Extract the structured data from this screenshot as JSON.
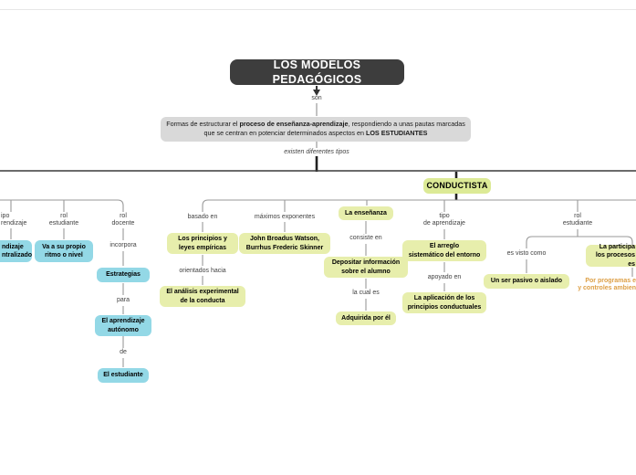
{
  "diagram": {
    "root_title": "LOS MODELOS PEDAGÓGICOS",
    "link_son": "son",
    "definition": {
      "t1": "Formas de estructurar el ",
      "b1": "proceso de enseñanza-aprendizaje",
      "t2": ", respondiendo a unas pautas marcadas que se centran en potenciar determinados aspectos en ",
      "b2": "LOS ESTUDIANTES"
    },
    "link_tipos": "existen diferentes tipos",
    "left_model": {
      "label_tipo_aprendizaje": "ipo\nrendizaje",
      "node_aprendizaje_clipped": "ndizaje\nntralizado",
      "label_rol_estudiante": "rol\nestudiante",
      "node_ritmo": "Va a su propio\nritmo o nivel",
      "label_rol_docente": "rol\ndocente",
      "link_incorpora": "incorpora",
      "node_estrategias": "Estrategias",
      "link_para": "para",
      "node_aprendizaje_autonomo": "El aprendizaje\nautónomo",
      "link_de": "de",
      "node_estudiante": "El estudiante"
    },
    "conductista": {
      "title": "CONDUCTISTA",
      "link_basado_en": "basado en",
      "node_principios": "Los principios y\nleyes empíricas",
      "link_orientados": "orientados hacia",
      "node_analisis": "El análisis experimental\nde la conducta",
      "link_maximos": "máximos exponentes",
      "node_exponentes": "John Broadus Watson,\nBurrhus Frederic Skinner",
      "node_ensenanza": "La enseñanza",
      "link_consiste": "consiste en",
      "node_depositar": "Depositar información\nsobre el alumno",
      "link_la_cual": "la cual es",
      "node_adquirida": "Adquirida por él",
      "label_tipo_aprendizaje": "tipo\nde aprendizaje",
      "node_arreglo": "El arreglo\nsistemático del entorno",
      "link_apoyado": "apoyado en",
      "node_aplicacion": "La aplicación de los\nprincipios conductuales",
      "label_rol_estudiante": "rol\nestudiante",
      "link_es_visto": "es visto como",
      "node_pasivo": "Un ser pasivo o aislado",
      "node_participacion_clipped": "La participa\nlos procesos es",
      "link_programas_clipped": "Por programas e\ny controles ambien"
    },
    "colors": {
      "node_yellow": "#e7eeac",
      "conductista_bg": "#dcea96",
      "node_cyan": "#93d8e6",
      "root_bg": "#3d3d3d",
      "definition_bg": "#d9d9d9",
      "link_orange": "#dd9f45"
    }
  }
}
